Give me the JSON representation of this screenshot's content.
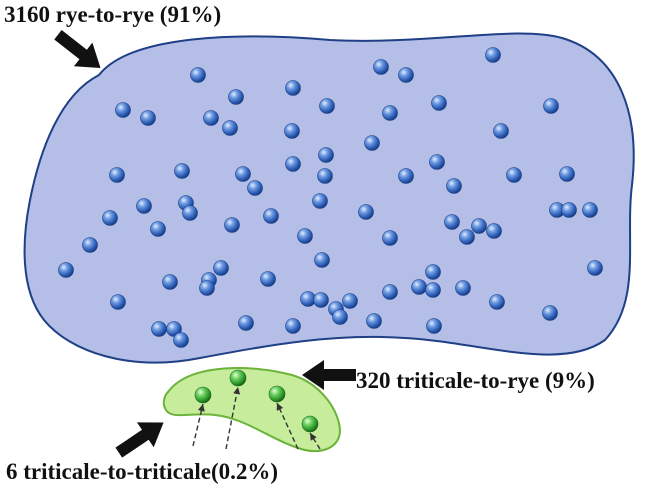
{
  "labels": {
    "rye_to_rye": "3160 rye-to-rye (91%)",
    "triticale_to_rye": "320 triticale-to-rye (9%)",
    "triticale_to_triticale": "6 triticale-to-triticale(0.2%)"
  },
  "colors": {
    "large_blob_fill": "#b4bee6",
    "large_blob_stroke": "#1f3f86",
    "small_blob_fill": "#c6ec9c",
    "small_blob_stroke": "#6cb33a",
    "blue_sphere": "#3d6fc4",
    "green_sphere": "#3ea63a"
  },
  "icons": {
    "arrow": "thick-black-arrow",
    "blue_dot": "blue-sphere-icon",
    "green_dot": "green-sphere-icon"
  }
}
